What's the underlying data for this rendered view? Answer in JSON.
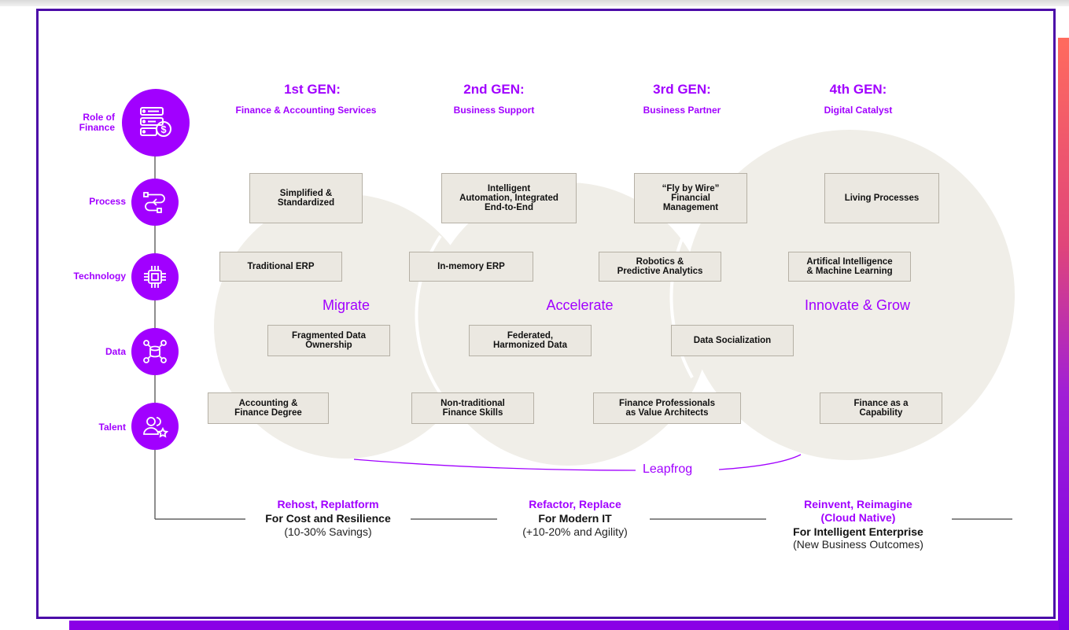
{
  "colors": {
    "accent": "#a100ff",
    "frame": "#4b0aa8",
    "box_fill": "#ebe8e1",
    "circle_fill": "#f0eee8"
  },
  "generations": [
    {
      "title": "1st GEN:",
      "subtitle": "Finance & Accounting Services"
    },
    {
      "title": "2nd GEN:",
      "subtitle": "Business Support"
    },
    {
      "title": "3rd GEN:",
      "subtitle": "Business Partner"
    },
    {
      "title": "4th GEN:",
      "subtitle": "Digital Catalyst"
    }
  ],
  "rows": [
    {
      "label": "Role of\nFinance",
      "icon": "finance-dollar-icon"
    },
    {
      "label": "Process",
      "icon": "process-flow-icon"
    },
    {
      "label": "Technology",
      "icon": "chip-icon"
    },
    {
      "label": "Data",
      "icon": "database-icon"
    },
    {
      "label": "Talent",
      "icon": "people-star-icon"
    }
  ],
  "boxes": {
    "process": [
      "Simplified &\nStandardized",
      "Intelligent\nAutomation, Integrated\nEnd-to-End",
      "“Fly by Wire”\nFinancial\nManagement",
      "Living Processes"
    ],
    "technology": [
      "Traditional ERP",
      "In-memory ERP",
      "Robotics &\nPredictive Analytics",
      "Artifical Intelligence\n& Machine Learning"
    ],
    "data": [
      "Fragmented Data\nOwnership",
      "Federated,\nHarmonized Data",
      "Data Socialization"
    ],
    "talent": [
      "Accounting &\nFinance Degree",
      "Non-traditional\nFinance Skills",
      "Finance Professionals\nas Value Architects",
      "Finance as a\nCapability"
    ]
  },
  "phases": [
    "Migrate",
    "Accelerate",
    "Innovate & Grow"
  ],
  "leapfrog": "Leapfrog",
  "outcomes": [
    {
      "purple": "Rehost, Replatform",
      "bold": "For Cost and Resilience",
      "plain": "(10-30% Savings)"
    },
    {
      "purple": "Refactor, Replace",
      "bold": "For Modern IT",
      "plain": "(+10-20% and Agility)"
    },
    {
      "purple": "Reinvent, Reimagine\n(Cloud Native)",
      "bold": "For Intelligent Enterprise",
      "plain": "(New Business Outcomes)"
    }
  ]
}
